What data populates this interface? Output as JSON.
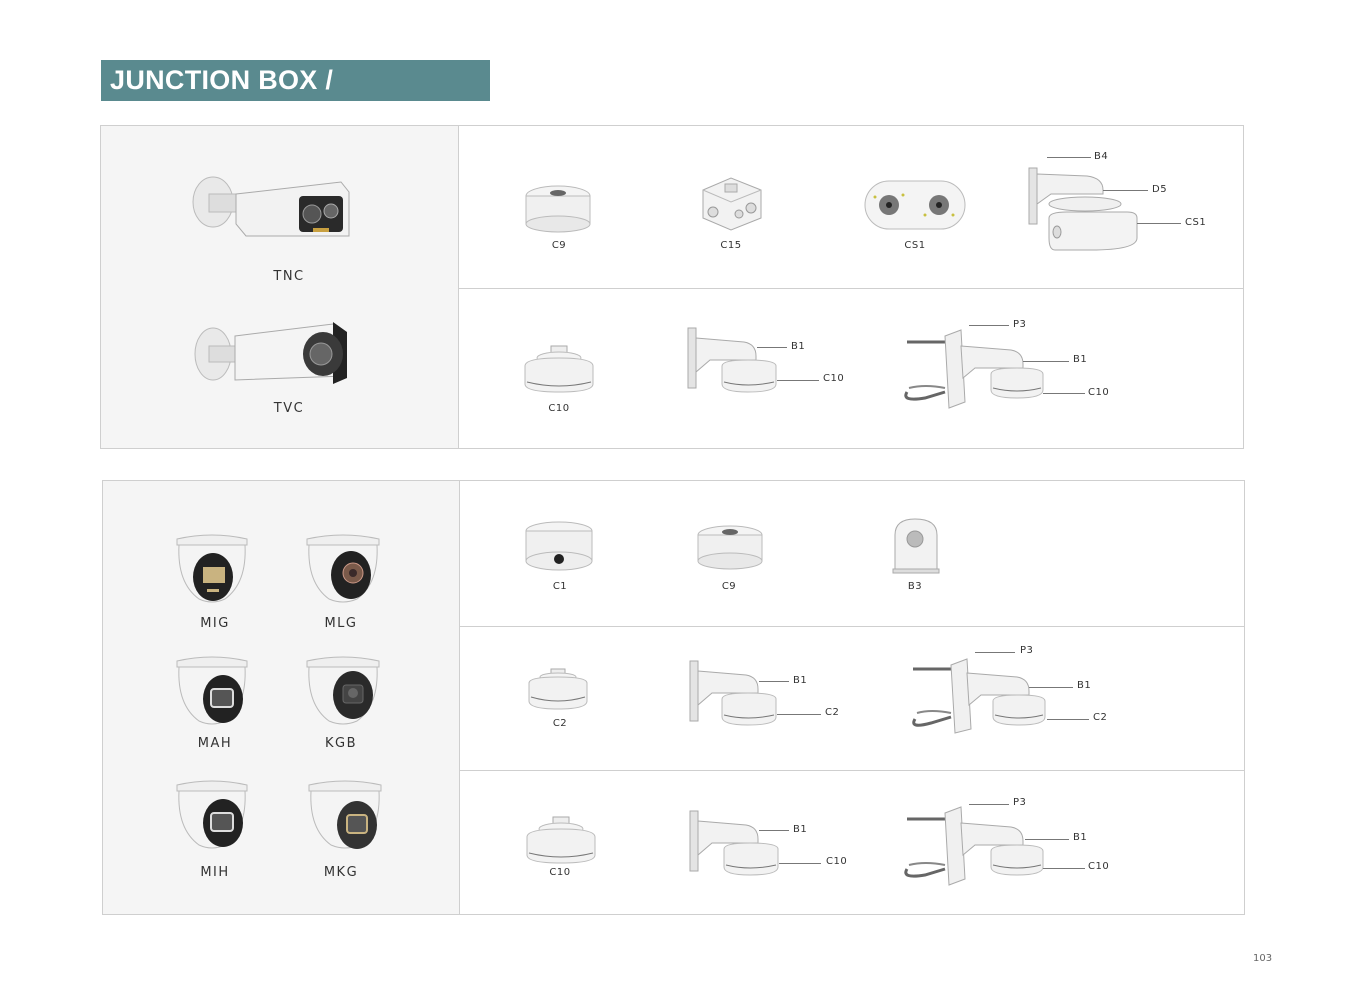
{
  "header": {
    "title": "JUNCTION BOX / ACCESSORY"
  },
  "panel1": {
    "cameras": [
      "TNC",
      "TVC"
    ],
    "row1": {
      "c9": "C9",
      "c15": "C15",
      "cs1": "CS1",
      "b4": "B4",
      "d5": "D5",
      "cs1b": "CS1"
    },
    "row2": {
      "c10": "C10",
      "b1": "B1",
      "c10b": "C10",
      "p3": "P3",
      "b1b": "B1",
      "c10c": "C10"
    }
  },
  "panel2": {
    "cameras": [
      "MIG",
      "MLG",
      "MAH",
      "KGB",
      "MIH",
      "MKG"
    ],
    "row1": {
      "c1": "C1",
      "c9": "C9",
      "b3": "B3"
    },
    "row2": {
      "c2": "C2",
      "b1": "B1",
      "c2b": "C2",
      "p3": "P3",
      "b1b": "B1",
      "c2c": "C2"
    },
    "row3": {
      "c10": "C10",
      "b1": "B1",
      "c10b": "C10",
      "p3": "P3",
      "b1b": "B1",
      "c10c": "C10"
    }
  },
  "footer": {
    "page_number": "103"
  }
}
